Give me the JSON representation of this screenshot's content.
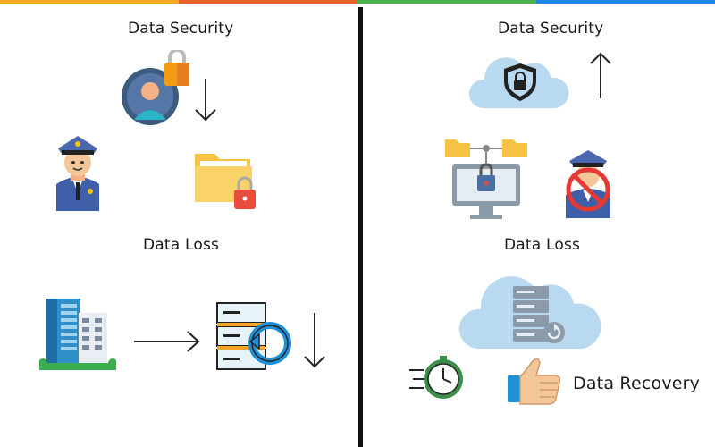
{
  "colors": {
    "topbar": [
      "#f5a623",
      "#e8622a",
      "#4caf50",
      "#1e88e5"
    ],
    "divider": "#111111"
  },
  "left_panel": {
    "security_title": "Data Security",
    "loss_title": "Data Loss",
    "icons": [
      "user-lock-icon",
      "police-officer-icon",
      "locked-folder-icon",
      "building-icon",
      "right-arrow-icon",
      "server-sync-icon",
      "down-arrow-icon"
    ]
  },
  "right_panel": {
    "security_title": "Data Security",
    "loss_title": "Data Loss",
    "recovery_label": "Data Recovery",
    "icons": [
      "cloud-shield-icon",
      "up-arrow-icon",
      "network-folders-monitor-icon",
      "police-officer-prohibited-icon",
      "cloud-server-icon",
      "fast-clock-icon",
      "thumbs-up-icon"
    ]
  }
}
